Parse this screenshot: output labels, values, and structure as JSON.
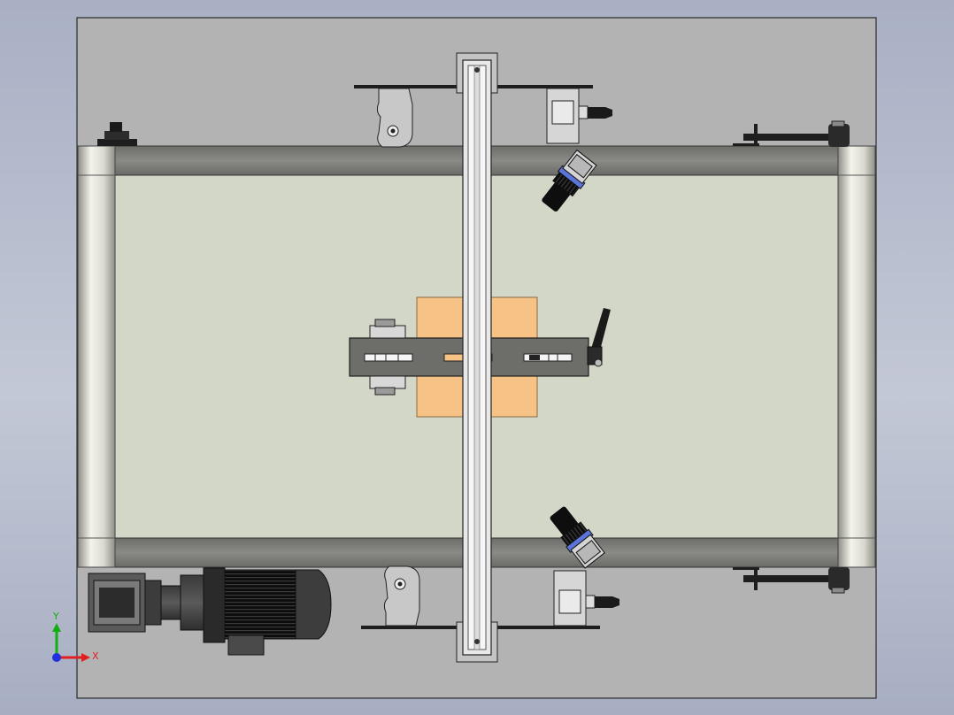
{
  "window": {
    "type": "cad-3d-viewport",
    "view": "top"
  },
  "colors": {
    "background_top": "#a9b0c4",
    "base_plate": "#b3b3b3",
    "belt": "#d3d7c8",
    "frame_rail": "#7b7b78",
    "product_box": "#f6c285",
    "camera_accent": "#5b74d8",
    "axis_x": "#e02020",
    "axis_y": "#10b010",
    "axis_z": "#2030e0"
  },
  "model": {
    "components": [
      {
        "name": "base-plate"
      },
      {
        "name": "conveyor-belt"
      },
      {
        "name": "top-frame-rail"
      },
      {
        "name": "bottom-frame-rail"
      },
      {
        "name": "left-roller"
      },
      {
        "name": "right-roller"
      },
      {
        "name": "vertical-aluminum-profile"
      },
      {
        "name": "product-box"
      },
      {
        "name": "guide-bar"
      },
      {
        "name": "clamp-lever"
      },
      {
        "name": "top-camera"
      },
      {
        "name": "bottom-camera"
      },
      {
        "name": "gear-motor"
      }
    ]
  },
  "triad": {
    "x_label": "X",
    "y_label": "Y",
    "z_label": ""
  }
}
